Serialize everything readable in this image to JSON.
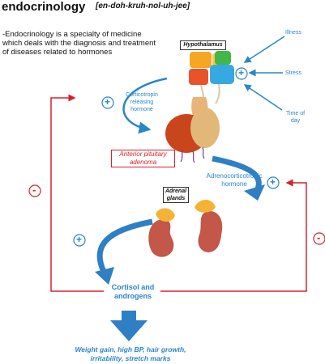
{
  "title": "endocrinology",
  "pronunciation": "[en-doh-kruh-nol-uh-jee]",
  "description": [
    "-Endocrinology is a specialty of medicine",
    " which deals with the diagnosis and treatment",
    " of diseases related to hormones"
  ],
  "hypothalamus_label": "Hypothalamus",
  "inputs": {
    "illness": "Illness",
    "stress": "Stress",
    "time_of_day": [
      "Time of",
      "day"
    ]
  },
  "crh": [
    "Corticotropin",
    "releasing",
    "hormone"
  ],
  "tumor": [
    "Anterior pituitary",
    "adenoma"
  ],
  "acth": [
    "Adrenocorticotropic",
    "hormone"
  ],
  "adrenal": [
    "Adrenal",
    "glands"
  ],
  "cortisol": [
    "Cortisol and",
    "androgens"
  ],
  "effects": [
    "Weight gain, high BP, hair growth,",
    "irritability, stretch marks"
  ],
  "plus": "+",
  "minus": "-",
  "colors": {
    "blue": "#2a86c7",
    "red": "#d8202a",
    "arrow_blue": "#2f7fc4"
  }
}
